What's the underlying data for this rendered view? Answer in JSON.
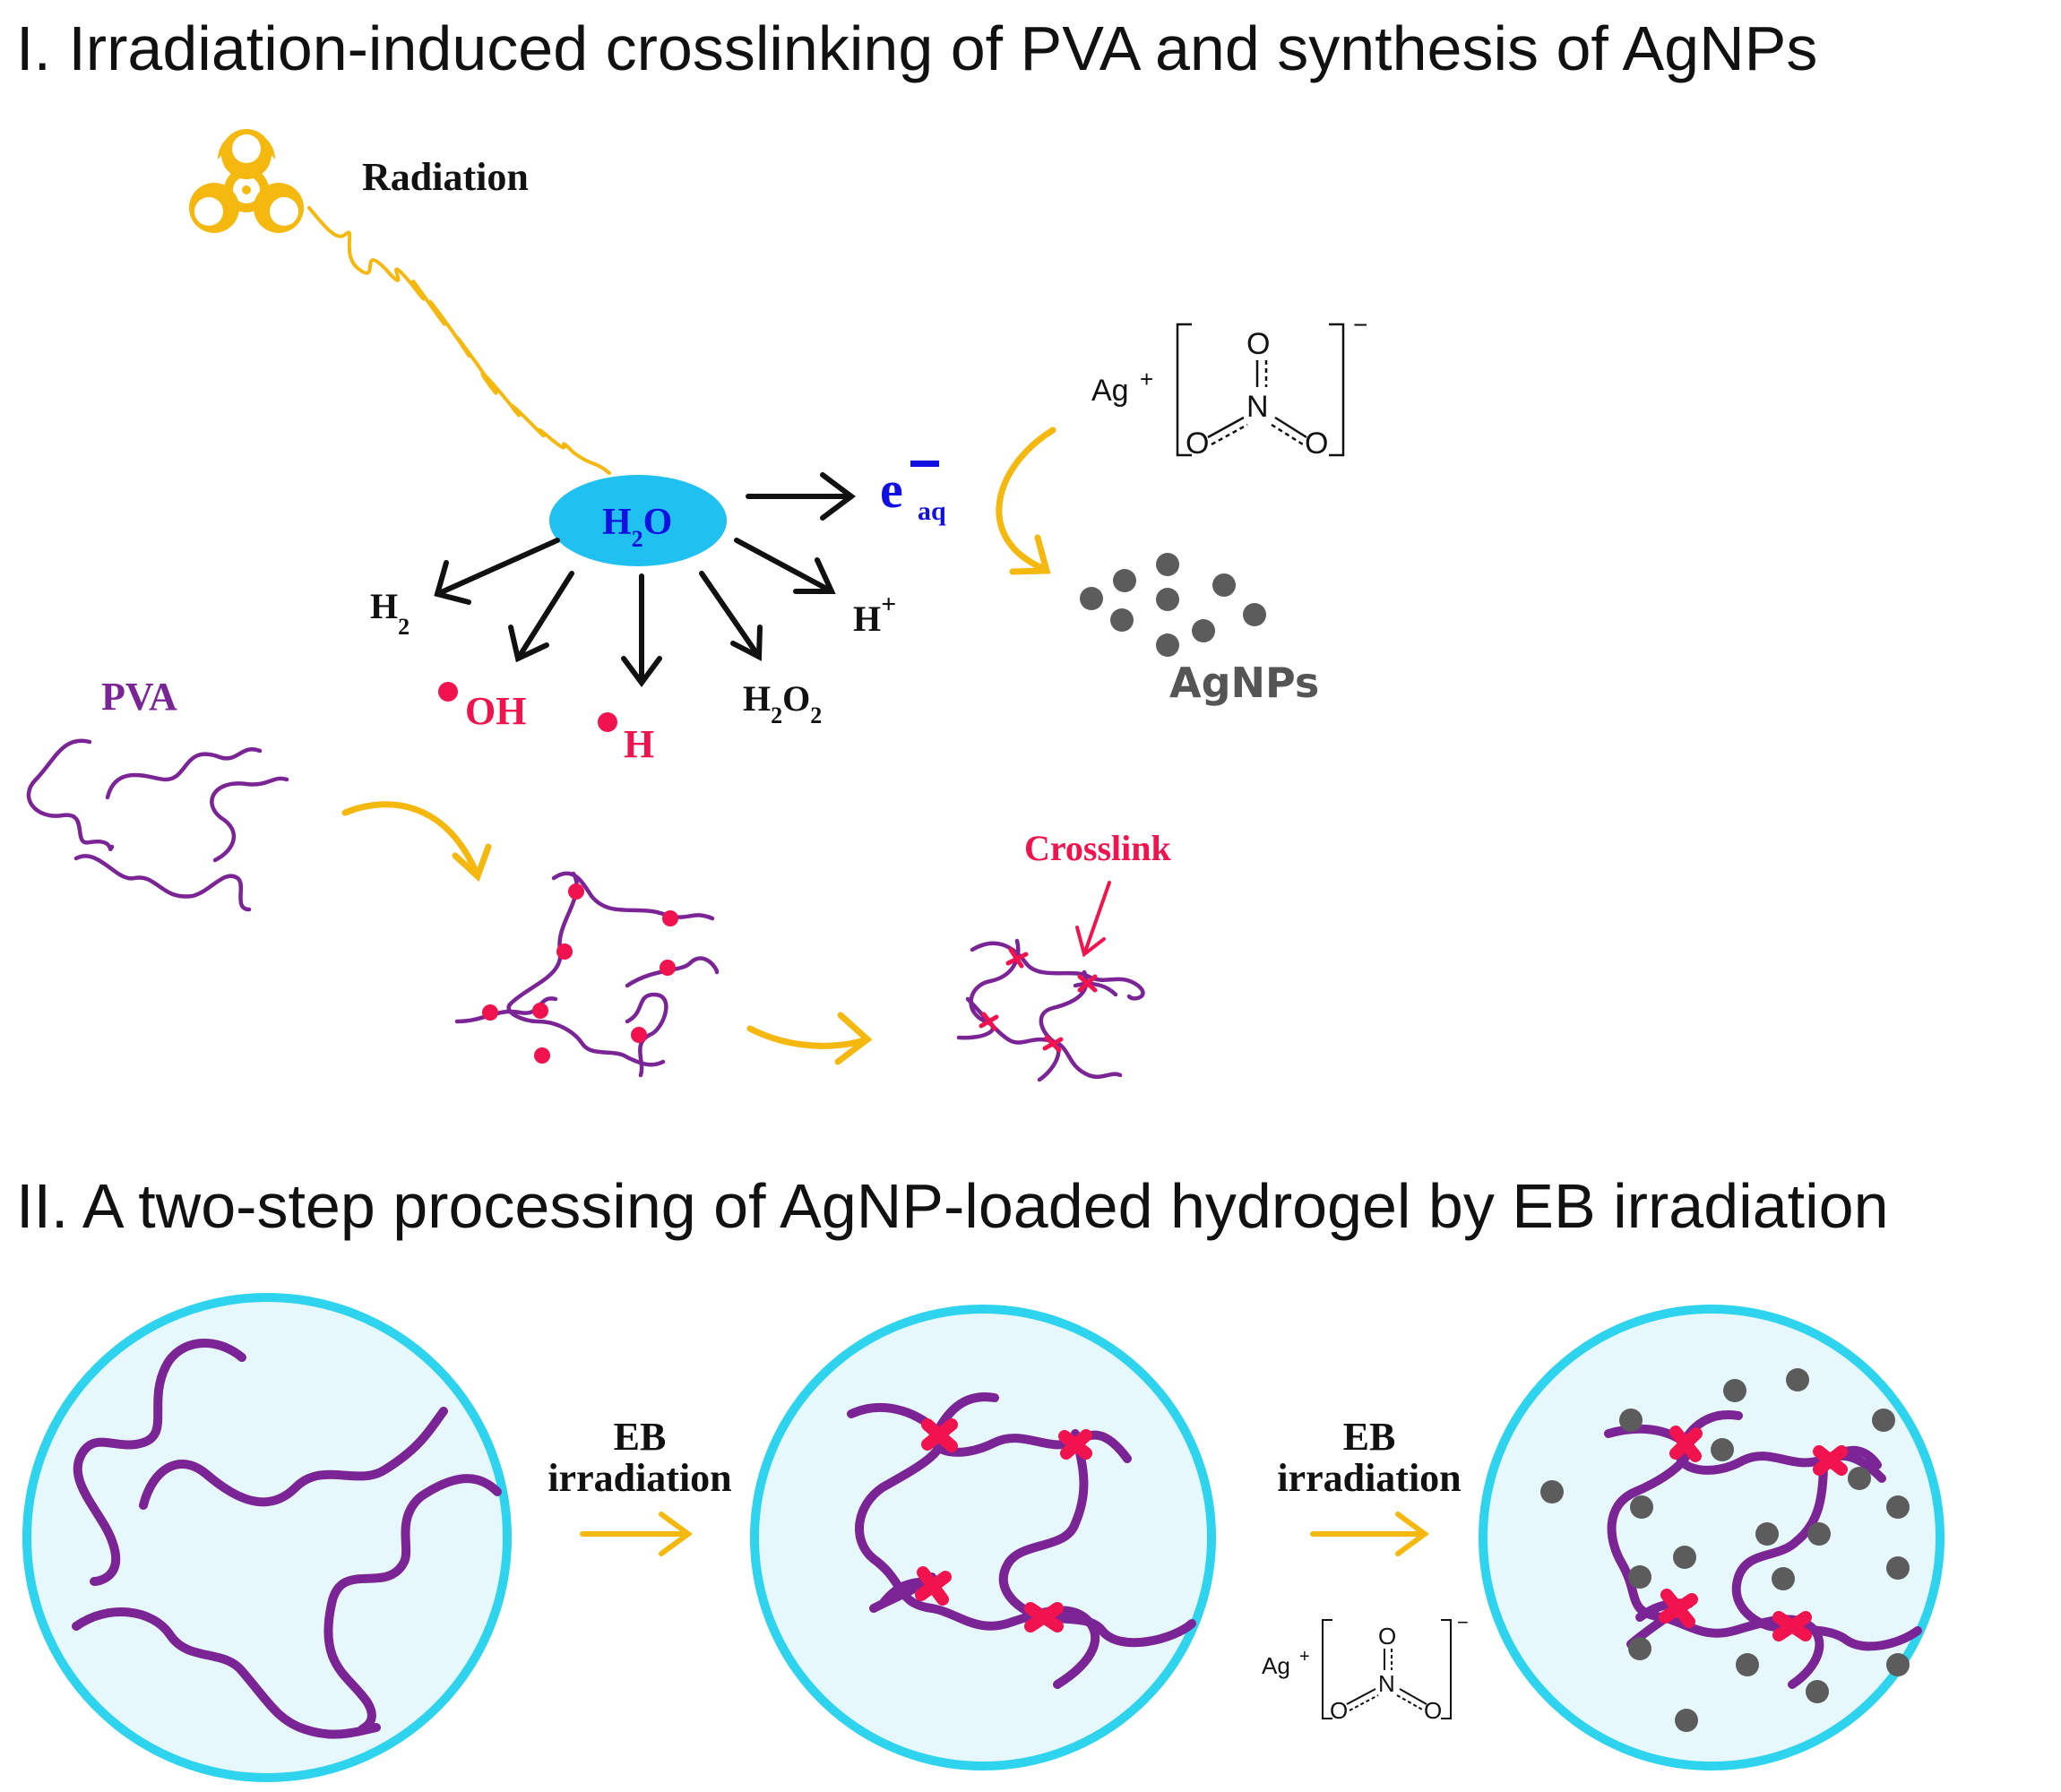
{
  "section1": {
    "title": "I. Irradiation-induced crosslinking of PVA and synthesis of AgNPs",
    "radiation_label": "Radiation",
    "water": {
      "main": "H",
      "sub": "2",
      "tail": "O"
    },
    "electron": {
      "main": "e",
      "sub": "aq"
    },
    "products": {
      "h2": {
        "main": "H",
        "sub": "2"
      },
      "oh": "OH",
      "h": "H",
      "h2o2": {
        "h": "H",
        "s1": "2",
        "o": "O",
        "s2": "2"
      },
      "hplus": {
        "main": "H",
        "sup": "+"
      }
    },
    "silver_nitrate": {
      "ag": "Ag",
      "ag_charge": "+",
      "n": "N",
      "o": "O",
      "charge": "−"
    },
    "agnps_label": "AgNPs",
    "pva_label": "PVA",
    "crosslink_label": "Crosslink"
  },
  "section2": {
    "title": "II. A two-step processing of AgNP-loaded hydrogel by EB irradiation",
    "step1": {
      "line1": "EB",
      "line2": "irradiation"
    },
    "step2": {
      "line1": "EB",
      "line2": "irradiation"
    },
    "silver_nitrate": {
      "ag": "Ag",
      "ag_charge": "+",
      "n": "N",
      "o": "O",
      "charge": "−"
    }
  },
  "colors": {
    "radiation": "#F5B80F",
    "water": "#20C0F0",
    "electron": "#1010E0",
    "radical": "#F0134D",
    "polymer": "#7A2496",
    "nanoparticle": "#5C5C5C",
    "circle_fill": "#E6F8FB",
    "circle_stroke": "#2ED3EE"
  }
}
